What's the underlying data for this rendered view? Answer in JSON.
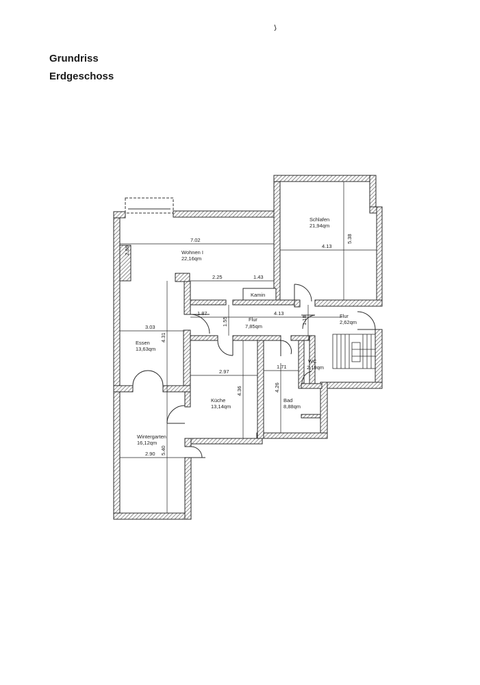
{
  "header": {
    "title_line1": "Grundriss",
    "title_line2": "Erdgeschoss"
  },
  "rooms": [
    {
      "name": "Wohnen I",
      "area": "22,16qm"
    },
    {
      "name": "Schlafen",
      "area": "21,94qm"
    },
    {
      "name": "Flur",
      "area": "7,85qm"
    },
    {
      "name": "Flur",
      "area": "2,62qm"
    },
    {
      "name": "Essen",
      "area": "13,63qm"
    },
    {
      "name": "Küche",
      "area": "13,14qm"
    },
    {
      "name": "Bad",
      "area": "8,88qm"
    },
    {
      "name": "WC",
      "area": "2,19qm"
    },
    {
      "name": "Wintergarten",
      "area": "16,12qm"
    }
  ],
  "fixtures": {
    "kamin": "Kamin"
  },
  "dimensions": [
    "7.02",
    "2.86",
    "2.25",
    "1.43",
    "4.13",
    "5.38",
    "1.87",
    "1.55",
    "4.13",
    "1.18",
    "3.03",
    "4.31",
    "2.97",
    "4.36",
    "1.71",
    "4.26",
    "2.90",
    "5.40"
  ],
  "colors": {
    "wall_stroke": "#2a2a2a",
    "hatch": "#555555",
    "background": "#ffffff"
  }
}
